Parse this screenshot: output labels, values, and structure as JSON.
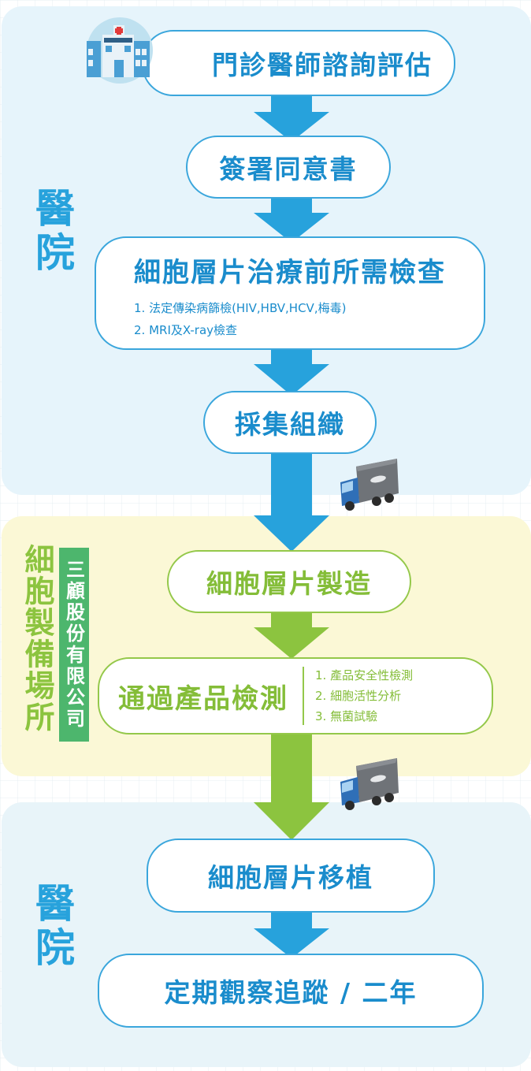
{
  "sections": {
    "hospital_top": "醫院",
    "facility": "細胞製備場所",
    "company": "三顧股份有限公司",
    "hospital_bottom": "醫院"
  },
  "steps": {
    "consult": "門診醫師諮詢評估",
    "consent": "簽署同意書",
    "pre_exam": {
      "title": "細胞層片治療前所需檢查",
      "notes": [
        "1. 法定傳染病篩檢(HIV,HBV,HCV,梅毒)",
        "2. MRI及X-ray檢查"
      ]
    },
    "collect": "採集組織",
    "manufacture": "細胞層片製造",
    "product_test": {
      "title": "通過產品檢測",
      "notes": [
        "1. 產品安全性檢測",
        "2. 細胞活性分析",
        "3. 無菌試驗"
      ]
    },
    "transplant": "細胞層片移植",
    "follow_up": "定期觀察追蹤 / 二年"
  },
  "colors": {
    "blue": "#27a2dc",
    "green": "#8cc43f",
    "company_green": "#4db66d"
  }
}
